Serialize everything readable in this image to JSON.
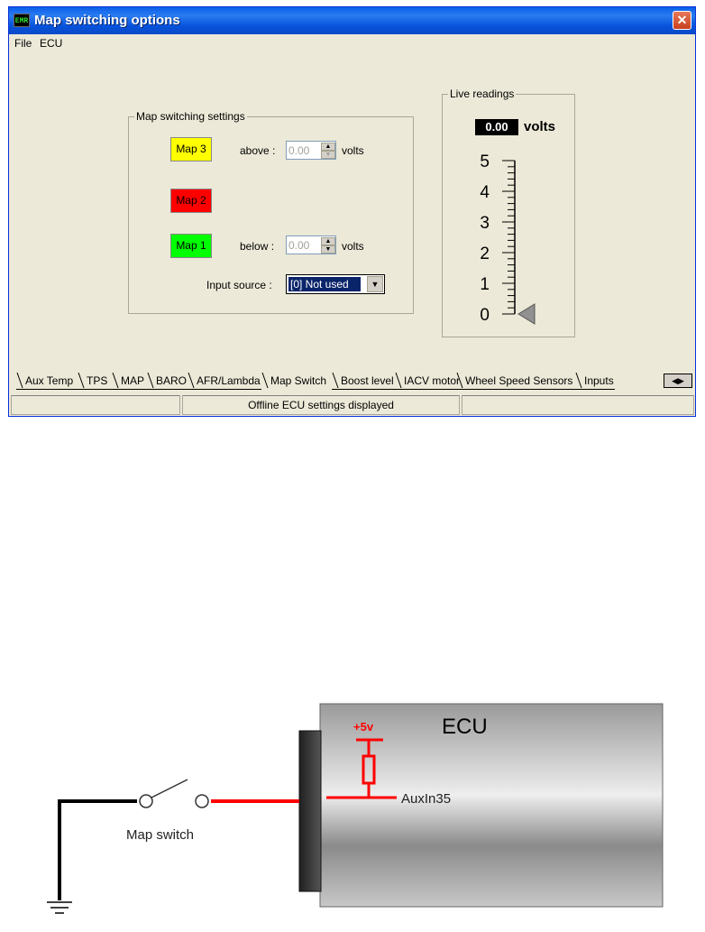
{
  "window": {
    "title": "Map switching options",
    "icon_text": "EMR",
    "close_glyph": "✕"
  },
  "menu": [
    "File",
    "ECU"
  ],
  "map_switching": {
    "group_label": "Map switching settings",
    "maps": [
      {
        "label": "Map 3",
        "color": "#ffff00"
      },
      {
        "label": "Map 2",
        "color": "#ff0000"
      },
      {
        "label": "Map 1",
        "color": "#00ff00"
      }
    ],
    "above_label": "above :",
    "above_value": "0.00",
    "below_label": "below :",
    "below_value": "0.00",
    "unit": "volts",
    "input_source_label": "Input source :",
    "input_source_value": "[0]  Not used"
  },
  "live_readings": {
    "group_label": "Live readings",
    "value": "0.00",
    "unit": "volts",
    "scale_labels": [
      "5",
      "4",
      "3",
      "2",
      "1",
      "0"
    ],
    "pointer_level": 0
  },
  "tabs": [
    "Aux Temp",
    "TPS",
    "MAP",
    "BARO",
    "AFR/Lambda",
    "Map Switch",
    "Boost level",
    "IACV motor",
    "Wheel Speed Sensors",
    "Inputs"
  ],
  "active_tab": "Map Switch",
  "status": {
    "message": "Offline ECU settings displayed"
  },
  "diagram": {
    "ecu_label": "ECU",
    "supply_label": "+5v",
    "input_label": "AuxIn35",
    "switch_label": "Map switch",
    "wire_color": "#ff0000"
  }
}
